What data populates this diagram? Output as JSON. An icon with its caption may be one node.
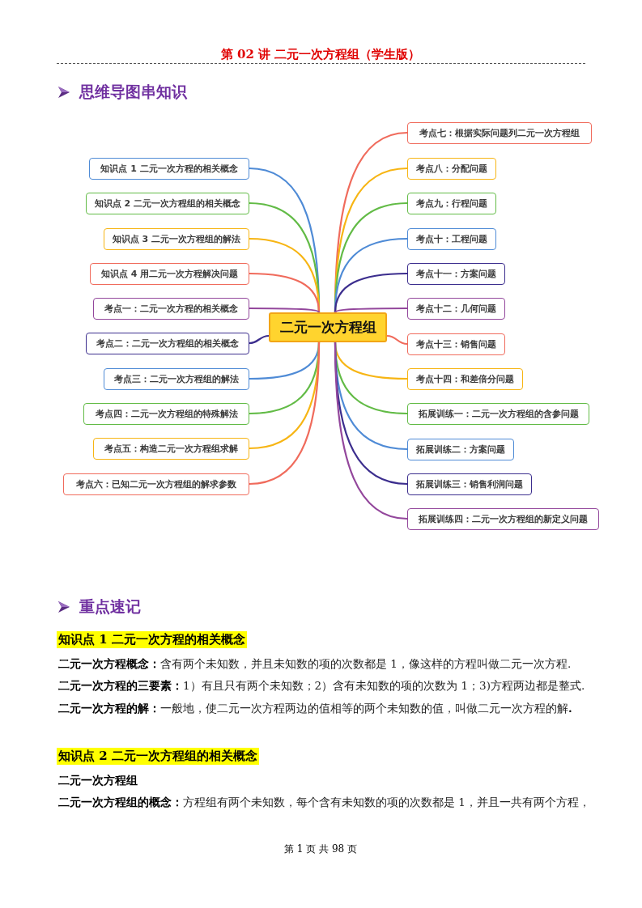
{
  "diagram": {
    "title": "第 02 讲 二元一次方程组（学生版）",
    "nodes": [
      {
        "text": [
          "二元一次方程组"
        ]
      },
      {
        "text": [
          "知识点 1 二元一次方程的相关概念"
        ]
      },
      {
        "text": [
          "知识点 2 二元一次方程组的相关概念"
        ]
      },
      {
        "text": [
          "知识点 3 二元一次方程组的解法"
        ]
      },
      {
        "text": [
          "知识点 4 用二元一次方程解决问题"
        ]
      },
      {
        "text": [
          "考点一：二元一次方程的相关概念"
        ]
      },
      {
        "text": [
          "考点二：二元一次方程组的相关概念"
        ]
      },
      {
        "text": [
          "考点三：二元一次方程组的解法"
        ]
      },
      {
        "text": [
          "考点四：二元一次方程组的特殊解法"
        ]
      },
      {
        "text": [
          "考点五：构造二元一次方程组求解"
        ]
      },
      {
        "text": [
          "考点六：已知二元一次方程组的解求参数"
        ]
      },
      {
        "text": [
          "考点七：根据实际问题列二元一次方程组"
        ]
      },
      {
        "text": [
          "考点八：分配问题"
        ]
      },
      {
        "text": [
          "考点九：行程问题"
        ]
      },
      {
        "text": [
          "考点十：工程问题"
        ]
      },
      {
        "text": [
          "考点十一：方案问题"
        ]
      },
      {
        "text": [
          "考点十二：几何问题"
        ]
      },
      {
        "text": [
          "考点十三：销售问题"
        ]
      },
      {
        "text": [
          "考点十四：和差倍分问题"
        ]
      },
      {
        "text": [
          "拓展训练一：二元一次方程组的含参问题"
        ]
      },
      {
        "text": [
          "拓展训练二：方案问题"
        ]
      },
      {
        "text": [
          "拓展训练三：销售利润问题"
        ]
      },
      {
        "text": [
          "拓展训练四：二元一次方程组的新定义问题"
        ]
      }
    ],
    "edges": [
      {
        "from": 0,
        "to": 1,
        "arrow": "none",
        "color": "#4f8bd6"
      },
      {
        "from": 0,
        "to": 2,
        "arrow": "none",
        "color": "#62bb46"
      },
      {
        "from": 0,
        "to": 3,
        "arrow": "none",
        "color": "#f7b514"
      },
      {
        "from": 0,
        "to": 4,
        "arrow": "none",
        "color": "#f06b5c"
      },
      {
        "from": 0,
        "to": 5,
        "arrow": "none",
        "color": "#93479c"
      },
      {
        "from": 0,
        "to": 6,
        "arrow": "none",
        "color": "#3c2e8e"
      },
      {
        "from": 0,
        "to": 7,
        "arrow": "none",
        "color": "#4f8bd6"
      },
      {
        "from": 0,
        "to": 8,
        "arrow": "none",
        "color": "#62bb46"
      },
      {
        "from": 0,
        "to": 9,
        "arrow": "none",
        "color": "#f7b514"
      },
      {
        "from": 0,
        "to": 10,
        "arrow": "none",
        "color": "#f06b5c"
      },
      {
        "from": 0,
        "to": 11,
        "arrow": "none",
        "color": "#f06b5c"
      },
      {
        "from": 0,
        "to": 12,
        "arrow": "none",
        "color": "#f7b514"
      },
      {
        "from": 0,
        "to": 13,
        "arrow": "none",
        "color": "#62bb46"
      },
      {
        "from": 0,
        "to": 14,
        "arrow": "none",
        "color": "#4f8bd6"
      },
      {
        "from": 0,
        "to": 15,
        "arrow": "none",
        "color": "#3c2e8e"
      },
      {
        "from": 0,
        "to": 16,
        "arrow": "none",
        "color": "#93479c"
      },
      {
        "from": 0,
        "to": 17,
        "arrow": "none",
        "color": "#f06b5c"
      },
      {
        "from": 0,
        "to": 18,
        "arrow": "none",
        "color": "#f7b514"
      },
      {
        "from": 0,
        "to": 19,
        "arrow": "none",
        "color": "#62bb46"
      },
      {
        "from": 0,
        "to": 20,
        "arrow": "none",
        "color": "#4f8bd6"
      },
      {
        "from": 0,
        "to": 21,
        "arrow": "none",
        "color": "#3c2e8e"
      },
      {
        "from": 0,
        "to": 22,
        "arrow": "none",
        "color": "#93479c"
      }
    ],
    "labels": [
      "思维导图串知识",
      "重点速记",
      "知识点 1 二元一次方程的相关概念",
      "**二元一次方程概念：**含有两个未知数，并且未知数的项的次数都是 1，像这样的方程叫做二元一次方程.",
      "**二元一次方程的三要素：**1）有且只有两个未知数；2）含有未知数的项的次数为 1；3)方程两边都是整式.",
      "**二元一次方程的解：**一般地，使二元一次方程两边的值相等的两个未知数的值，叫做二元一次方程的解**.**",
      "知识点 2 二元一次方程组的相关概念",
      "二元一次方程组",
      "**二元一次方程组的概念：**方程组有两个未知数，每个含有未知数的项的次数都是 1，并且一共有两个方程，",
      "第 1 页 共 98 页"
    ]
  }
}
